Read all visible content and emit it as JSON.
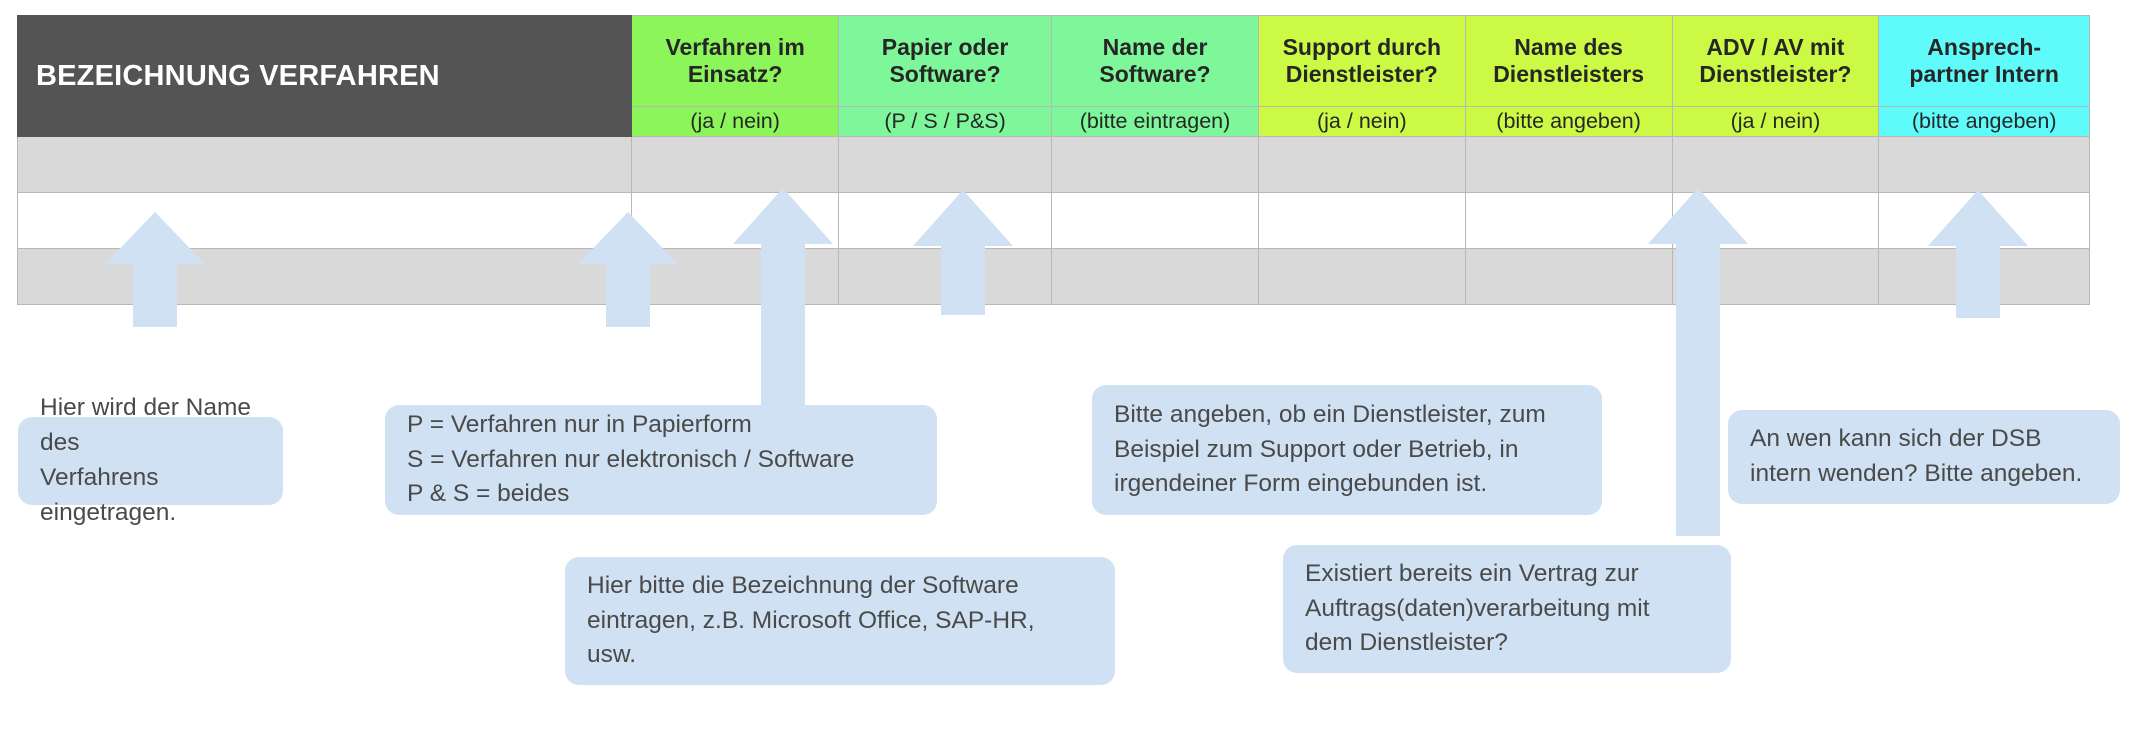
{
  "table": {
    "title_cell": "BEZEICHNUNG VERFAHREN",
    "columns": [
      {
        "header": "Verfahren im\nEinsatz?",
        "sub": "(ja / nein)",
        "color": "#8cf55a"
      },
      {
        "header": "Papier oder\nSoftware?",
        "sub": "(P / S / P&S)",
        "color": "#7ef79a"
      },
      {
        "header": "Name der\nSoftware?",
        "sub": "(bitte eintragen)",
        "color": "#7ef79a"
      },
      {
        "header": "Support durch\nDienstleister?",
        "sub": "(ja / nein)",
        "color": "#ccfa44"
      },
      {
        "header": "Name des\nDienstleisters",
        "sub": "(bitte angeben)",
        "color": "#ccfa44"
      },
      {
        "header": "ADV / AV mit\nDienstleister?",
        "sub": "(ja / nein)",
        "color": "#ccfa44"
      },
      {
        "header": "Ansprech-\npartner Intern",
        "sub": "(bitte angeben)",
        "color": "#5ffafa"
      }
    ],
    "body_rows": [
      {
        "shaded": true,
        "cells": [
          "",
          "",
          "",
          "",
          "",
          "",
          "",
          ""
        ]
      },
      {
        "shaded": false,
        "cells": [
          "",
          "",
          "",
          "",
          "",
          "",
          "",
          ""
        ]
      },
      {
        "shaded": true,
        "cells": [
          "",
          "",
          "",
          "",
          "",
          "",
          "",
          ""
        ]
      }
    ],
    "header_bg": "#545454",
    "header_fg": "#ffffff",
    "row_shaded_bg": "#d9d9d9",
    "row_plain_bg": "#ffffff",
    "grid_color": "#b8b8b8"
  },
  "callouts": [
    {
      "id": "name-verfahren",
      "text": "Hier wird der Name des\nVerfahrens eingetragen."
    },
    {
      "id": "papier-software",
      "text": "P = Verfahren nur in Papierform\nS = Verfahren nur elektronisch / Software\nP & S = beides"
    },
    {
      "id": "name-software",
      "text": "Hier bitte die Bezeichnung der Software\neintragen, z.B. Microsoft Office, SAP-HR,\nusw."
    },
    {
      "id": "support",
      "text": "Bitte angeben, ob ein Dienstleister, zum\nBeispiel zum Support oder Betrieb, in\nirgendeiner Form eingebunden ist."
    },
    {
      "id": "adv-av",
      "text": "Existiert bereits ein Vertrag zur\nAuftrags(daten)verarbeitung mit\ndem Dienstleister?"
    },
    {
      "id": "ansprechpartner",
      "text": "An wen kann sich der DSB\nintern wenden? Bitte angeben."
    }
  ],
  "arrows": {
    "count": 6,
    "color": "#cfe1f2",
    "direction": "up"
  },
  "colors": {
    "callout_bg": "#cfe1f2",
    "callout_text": "#4a4a4a",
    "arrow": "#cfe1f2",
    "title_bg": "#545454"
  }
}
